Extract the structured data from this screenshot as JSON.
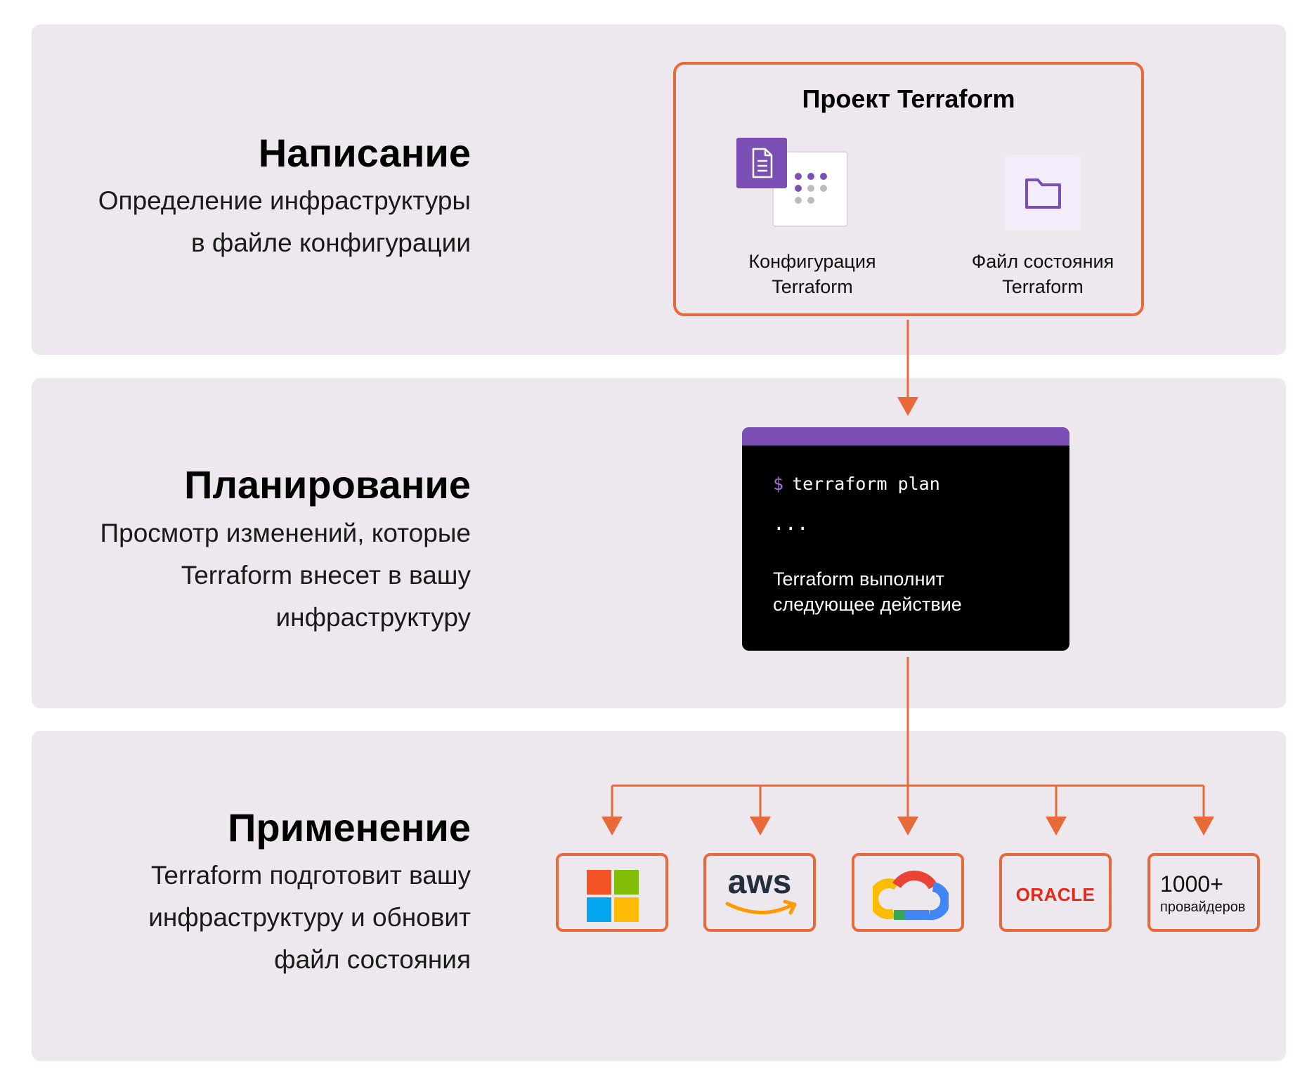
{
  "colors": {
    "band": "#ede8ed",
    "accent_orange": "#e8693a",
    "accent_purple": "#7b4fb5",
    "terminal_bg": "#000000"
  },
  "stages": {
    "write": {
      "title": "Написание",
      "description": [
        "Определение инфраструктуры",
        "в файле конфигурации"
      ]
    },
    "plan": {
      "title": "Планирование",
      "description": [
        "Просмотр изменений, которые",
        "Terraform внесет в вашу",
        "инфраструктуру"
      ]
    },
    "apply": {
      "title": "Применение",
      "description": [
        "Terraform подготовит вашу",
        "инфраструктуру и обновит",
        "файл состояния"
      ]
    }
  },
  "project": {
    "title": "Проект Terraform",
    "config_label": [
      "Конфигурация",
      "Terraform"
    ],
    "state_label": [
      "Файл состояния",
      "Terraform"
    ],
    "config_icon": "document-icon",
    "state_icon": "folder-icon"
  },
  "terminal": {
    "prompt": "$",
    "command": "terraform plan",
    "ellipsis": "...",
    "output": [
      "Terraform выполнит",
      "следующее действие"
    ]
  },
  "providers": [
    {
      "name": "microsoft",
      "icon": "microsoft-logo"
    },
    {
      "name": "aws",
      "logo_text": "aws",
      "icon": "aws-logo"
    },
    {
      "name": "google-cloud",
      "icon": "google-cloud-logo"
    },
    {
      "name": "oracle",
      "logo_text": "ORACLE",
      "icon": "oracle-logo"
    },
    {
      "name": "more",
      "count": "1000+",
      "label": "провайдеров"
    }
  ]
}
